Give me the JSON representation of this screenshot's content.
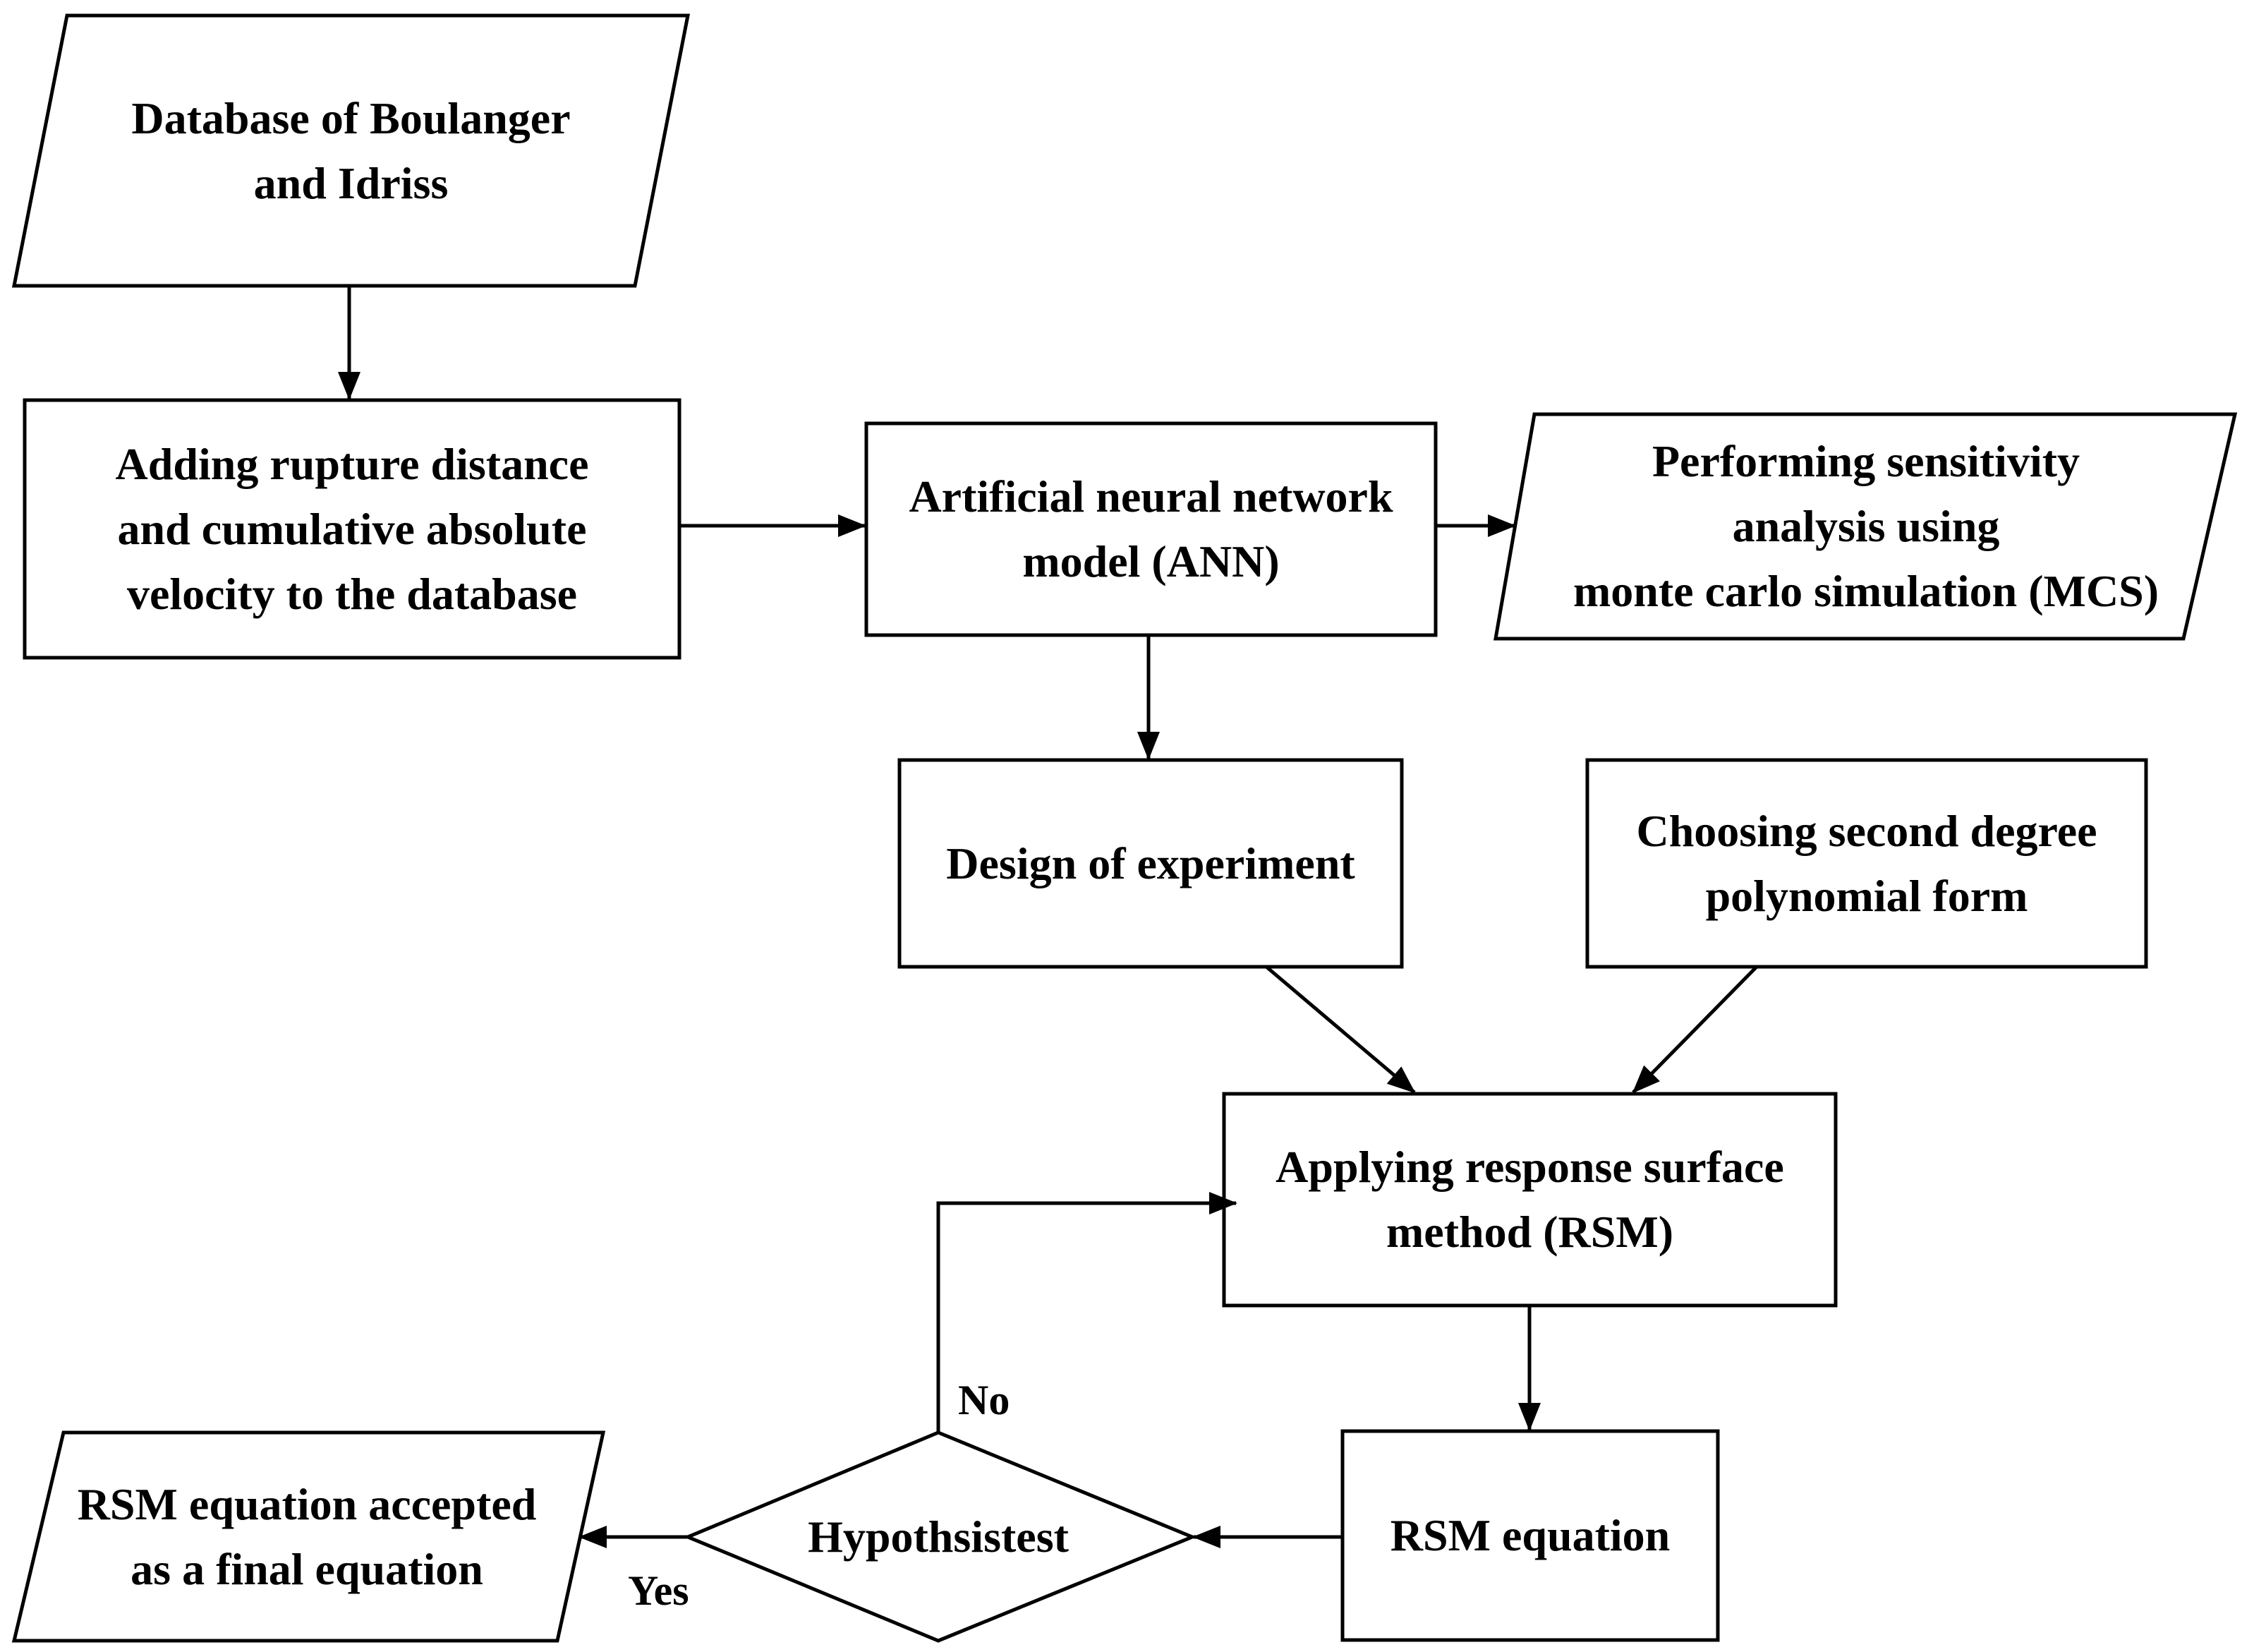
{
  "nodes": {
    "database": "Database of Boulanger\nand Idriss",
    "adding": "Adding rupture distance\nand cumulative absolute\nvelocity to the database",
    "ann": "Artificial neural network\nmodel (ANN)",
    "sensitivity": "Performing sensitivity\nanalysis using\nmonte carlo simulation (MCS)",
    "doe": "Design of experiment",
    "polynomial": "Choosing second degree\npolynomial form",
    "rsm_apply": "Applying response surface\nmethod (RSM)",
    "rsm_equation": "RSM equation",
    "hypothesis": "Hypothsistest",
    "final": "RSM equation accepted\nas a final equation"
  },
  "edges": {
    "no_label": "No",
    "yes_label": "Yes"
  },
  "colors": {
    "stroke": "#000000",
    "fill": "#ffffff"
  }
}
